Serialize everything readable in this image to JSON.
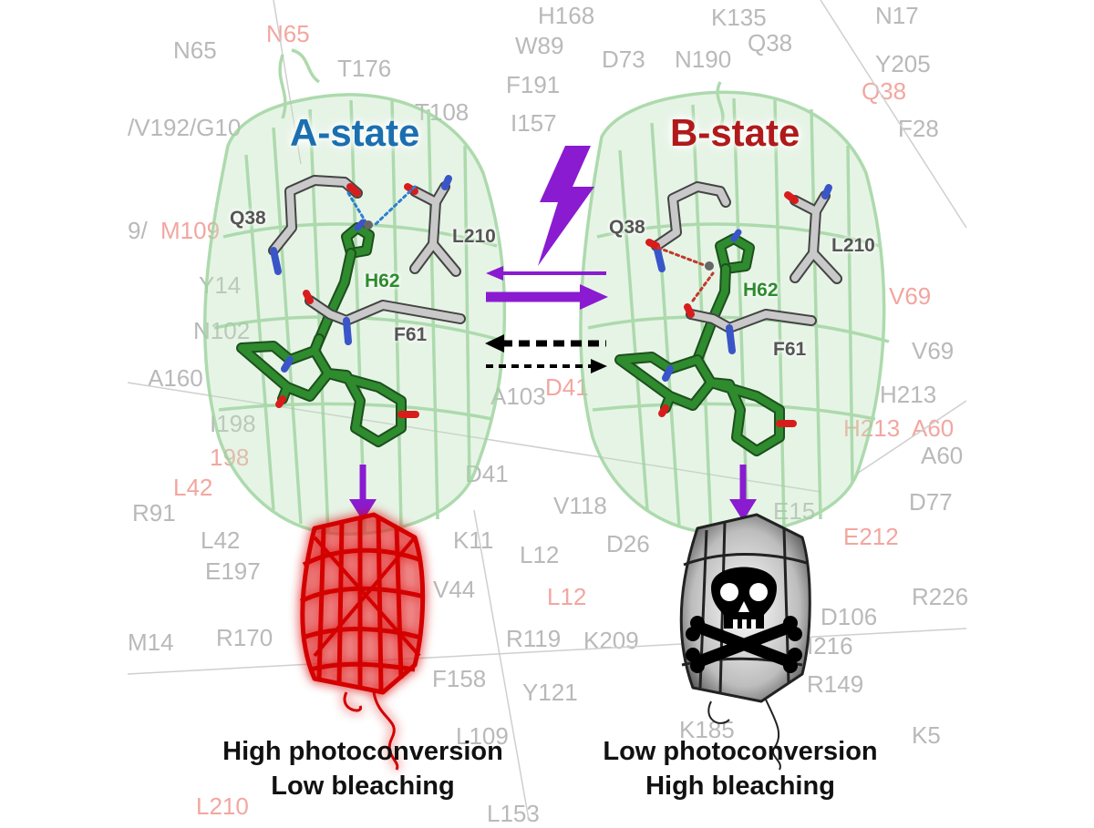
{
  "background_labels": [
    {
      "text": "N65",
      "red": false
    },
    {
      "text": "N65",
      "red": true
    },
    {
      "text": "T176",
      "red": false
    },
    {
      "text": "H168",
      "red": false
    },
    {
      "text": "K135",
      "red": false
    },
    {
      "text": "N17",
      "red": false
    },
    {
      "text": "W89",
      "red": false
    },
    {
      "text": "D73",
      "red": false
    },
    {
      "text": "N190",
      "red": false
    },
    {
      "text": "Q38",
      "red": false
    },
    {
      "text": "Y205",
      "red": false
    },
    {
      "text": "Q38",
      "red": true
    },
    {
      "text": "/V192/G10",
      "red": false
    },
    {
      "text": "T108",
      "red": false
    },
    {
      "text": "F191",
      "red": false
    },
    {
      "text": "I157",
      "red": false
    },
    {
      "text": "F28",
      "red": false
    },
    {
      "text": "9/",
      "red": false
    },
    {
      "text": "M109",
      "red": true
    },
    {
      "text": "Y14",
      "red": false
    },
    {
      "text": "N102",
      "red": false
    },
    {
      "text": "A160",
      "red": false
    },
    {
      "text": "V69",
      "red": true
    },
    {
      "text": "V69",
      "red": false
    },
    {
      "text": "D41",
      "red": true
    },
    {
      "text": "A103",
      "red": false
    },
    {
      "text": "H213",
      "red": false
    },
    {
      "text": "H213",
      "red": true
    },
    {
      "text": "A60",
      "red": true
    },
    {
      "text": "A60",
      "red": false
    },
    {
      "text": "I198",
      "red": false
    },
    {
      "text": "198",
      "red": true
    },
    {
      "text": "D41",
      "red": false
    },
    {
      "text": "L42",
      "red": true
    },
    {
      "text": "R91",
      "red": false
    },
    {
      "text": "L42",
      "red": false
    },
    {
      "text": "V118",
      "red": false
    },
    {
      "text": "E15",
      "red": false
    },
    {
      "text": "D77",
      "red": false
    },
    {
      "text": "E197",
      "red": false
    },
    {
      "text": "K11",
      "red": false
    },
    {
      "text": "L12",
      "red": false
    },
    {
      "text": "D26",
      "red": false
    },
    {
      "text": "E212",
      "red": true
    },
    {
      "text": "V44",
      "red": false
    },
    {
      "text": "L12",
      "red": true
    },
    {
      "text": "R226",
      "red": false
    },
    {
      "text": "M14",
      "red": false
    },
    {
      "text": "R170",
      "red": false
    },
    {
      "text": "R119",
      "red": false
    },
    {
      "text": "K209",
      "red": false
    },
    {
      "text": "D106",
      "red": false
    },
    {
      "text": "F158",
      "red": false
    },
    {
      "text": "I216",
      "red": false
    },
    {
      "text": "Y121",
      "red": false
    },
    {
      "text": "R149",
      "red": false
    },
    {
      "text": "K185",
      "red": false
    },
    {
      "text": "K5",
      "red": false
    },
    {
      "text": "L210",
      "red": true
    },
    {
      "text": "L109",
      "red": false
    },
    {
      "text": "L153",
      "red": false
    }
  ],
  "a_state": {
    "title": "A-state",
    "residues": {
      "q38": "Q38",
      "l210": "L210",
      "h62": "H62",
      "f61": "F61"
    },
    "caption_line1": "High photoconversion",
    "caption_line2": "Low bleaching"
  },
  "b_state": {
    "title": "B-state",
    "residues": {
      "q38": "Q38",
      "l210": "L210",
      "h62": "H62",
      "f61": "F61"
    },
    "caption_line1": "Low photoconversion",
    "caption_line2": "High bleaching"
  },
  "colors": {
    "a_state_title": "#1a6fb0",
    "b_state_title": "#b01a1a",
    "arrow_purple": "#8a1bd1",
    "protein_barrel_bg": "#a9d8a9",
    "chromophore_green": "#2e7d2e",
    "photoconverted_red": "#d40000",
    "bleached_gray": "#333333"
  },
  "icons": [
    "lightning-bolt-icon",
    "skull-crossbones-icon",
    "equilibrium-arrows-icon",
    "dashed-equilibrium-arrows-icon"
  ]
}
